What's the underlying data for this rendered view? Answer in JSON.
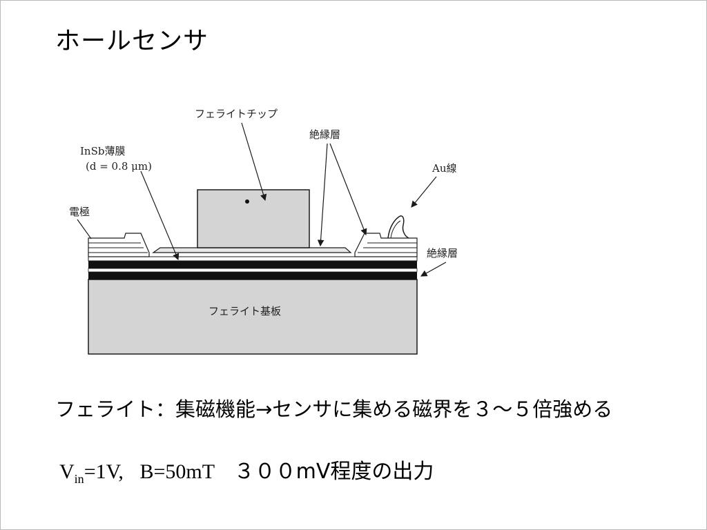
{
  "slide": {
    "title": "ホールセンサ",
    "caption": "フェライト：集磁機能→センサに集める磁界を３～５倍強める",
    "spec": {
      "v_symbol": "V",
      "v_subscript": "in",
      "v_value": "=1V,",
      "b_value": "B=50mT",
      "output_text": "３００mV程度の出力"
    }
  },
  "diagram": {
    "labels": {
      "ferrite_chip": "フェライトチップ",
      "insulating_layer_top": "絶縁層",
      "insb_film": "InSb薄膜",
      "insb_thickness": "(d = 0.8 μm)",
      "au_wire": "Au線",
      "electrode": "電極",
      "insulating_layer_right": "絶縁層",
      "ferrite_substrate": "フェライト基板"
    },
    "colors": {
      "fill_gray": "#d4d4d4",
      "ink": "#1a1a1a",
      "background": "#ffffff"
    }
  }
}
